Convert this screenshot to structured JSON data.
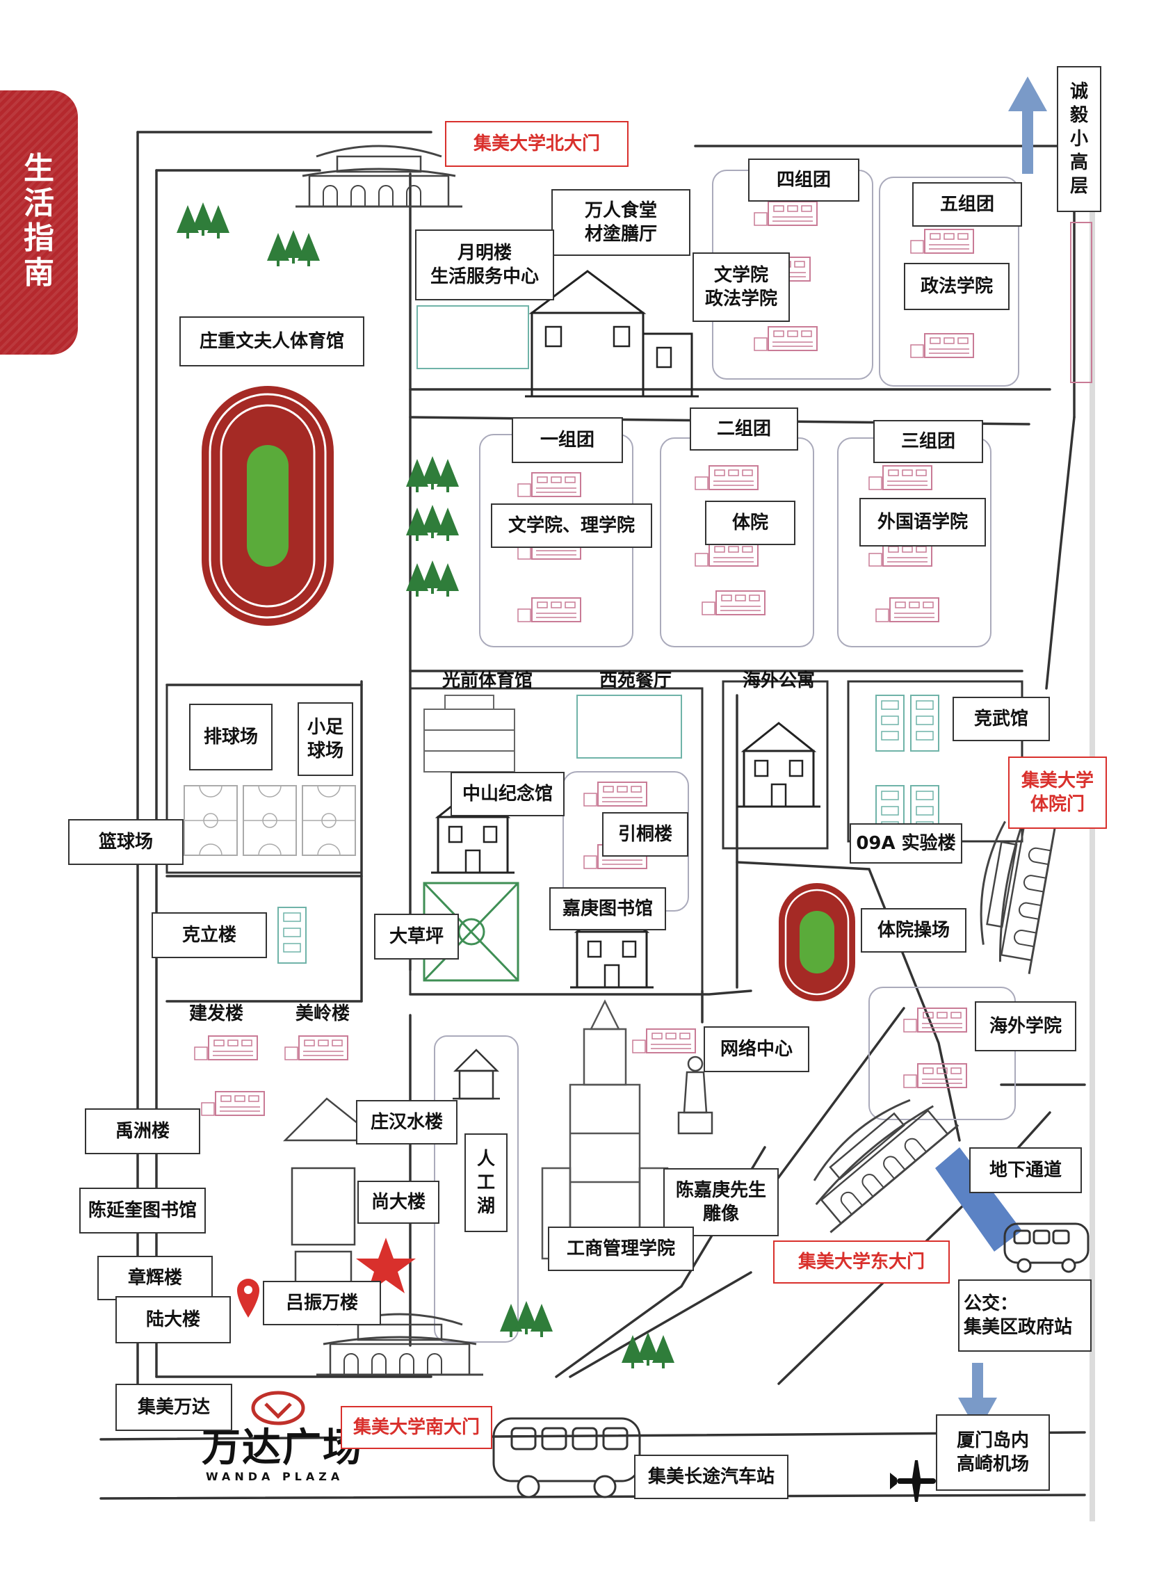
{
  "side_tab": "生活指南",
  "gates": {
    "north": "集美大学北大门",
    "sports": "集美大学\n体院门",
    "east": "集美大学东大门",
    "south": "集美大学南大门"
  },
  "labels": {
    "chengyi": "诚毅小高层",
    "sizutuan": "四组团",
    "wuzutuan": "五组团",
    "wanren": "万人食堂\n材塗膳厅",
    "yueming": "月明楼\n生活服务中心",
    "wenxue_zhengfa": "文学院\n政法学院",
    "zhengfa": "政法学院",
    "zhuangzhongwen": "庄重文夫人体育馆",
    "yizutuan": "一组团",
    "erzutuan": "二组团",
    "sanzutuan": "三组团",
    "wenxue_lixue": "文学院、理学院",
    "tiyuan": "体院",
    "waiguoyu": "外国语学院",
    "guangqian": "光前体育馆",
    "xiyuan": "西苑餐厅",
    "haiwai_gongyu": "海外公寓",
    "jingwu": "竞武馆",
    "paiqiu": "排球场",
    "xiaozu": "小足\n球场",
    "zhongshan": "中山纪念馆",
    "yintong": "引桐楼",
    "lab09a": "09A 实验楼",
    "lanqiu": "篮球场",
    "keli": "克立楼",
    "dacaoping": "大草坪",
    "jiageng_lib": "嘉庚图书馆",
    "tiyuan_field": "体院操场",
    "jianfa": "建发楼",
    "meiling": "美岭楼",
    "haiwai_xueyuan": "海外学院",
    "wangluo": "网络中心",
    "yuzhou": "禹洲楼",
    "zhuanghanshui": "庄汉水楼",
    "rengonghu": "人工湖",
    "ditong": "地下通道",
    "chenyankui": "陈延奎图书馆",
    "shangda": "尚大楼",
    "statue": "陈嘉庚先生\n雕像",
    "gongshang": "工商管理学院",
    "zhanghui": "章辉楼",
    "ludalou": "陆大楼",
    "lvzhenwan": "吕振万楼",
    "bus": "公交：\n集美区政府站",
    "wanda": "集美万达",
    "changtu": "集美长途汽车站",
    "airport": "厦门岛内\n高崎机场"
  },
  "wanda_logo": {
    "text": "万达广场",
    "sub": "WANDA PLAZA"
  },
  "colors": {
    "gate_red": "#d9302c",
    "track_red": "#a52a25",
    "field_green": "#5aab3a",
    "tree_green": "#2f7d3a",
    "arrow_blue": "#7a9ac8",
    "tab_red": "#b5282d",
    "building_pink": "#c97b96",
    "building_teal": "#6fb3a8"
  },
  "icons": [
    "location-pin-icon",
    "star-icon",
    "bus-icon",
    "airplane-icon",
    "arrow-up-icon",
    "arrow-down-icon",
    "gate-icon",
    "tree-icon",
    "running-track-icon"
  ]
}
